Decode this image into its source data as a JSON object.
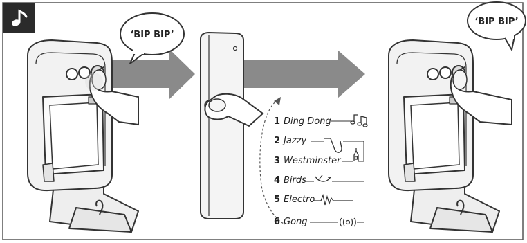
{
  "bubbles": {
    "left": "‘BIP BIP’",
    "right": "‘BIP BIP’"
  },
  "header": {
    "icon": "music-note-icon"
  },
  "melodies": [
    {
      "number": "1",
      "name": "Ding Dong",
      "icon": "ding-dong-notes-icon"
    },
    {
      "number": "2",
      "name": "Jazzy",
      "icon": "saxophone-icon"
    },
    {
      "number": "3",
      "name": "Westminster",
      "icon": "bell-tower-icon"
    },
    {
      "number": "4",
      "name": "Birds",
      "icon": "bird-icon"
    },
    {
      "number": "5",
      "name": "Electro",
      "icon": "electro-wave-icon"
    },
    {
      "number": "6",
      "name": "Gong",
      "icon": "gong-sound-icon"
    }
  ],
  "colors": {
    "frame": "#555555",
    "arrow": "#8a8a8a",
    "device": "#f2f2f2",
    "outline": "#333333"
  }
}
